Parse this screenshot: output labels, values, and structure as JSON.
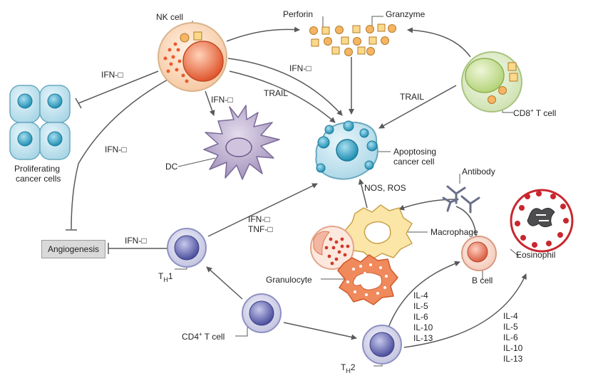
{
  "labels": {
    "nk_cell": "NK cell",
    "perforin": "Perforin",
    "granzyme": "Granzyme",
    "proliferating": "Proliferating",
    "cancer_cells": "cancer cells",
    "dc": "DC",
    "apoptosing": "Apoptosing",
    "cancer_cell": "cancer cell",
    "cd8": "CD8",
    "cd8_sup": "+",
    "cd8_rest": " T cell",
    "angiogenesis": "Angiogenesis",
    "th1_main": "T",
    "th1_sub": "H",
    "th1_num": "1",
    "cd4": "CD4",
    "cd4_sup": "+",
    "cd4_rest": " T cell",
    "th2_main": "T",
    "th2_sub": "H",
    "th2_num": "2",
    "macrophage": "Macrophage",
    "granulocyte": "Granulocyte",
    "b_cell": "B cell",
    "antibody": "Antibody",
    "eosinophil": "Eosinophil",
    "nos_ros": "NOS, ROS",
    "ifn_gamma": "IFN-□",
    "tnf_alpha": "TNF-□",
    "trail": "TRAIL",
    "il_list": [
      "IL-4",
      "IL-5",
      "IL-6",
      "IL-10",
      "IL-13"
    ]
  },
  "colors": {
    "arrow": "#58595b",
    "nk_fill": "#fbe0c8",
    "nk_nucleus": "#f08a5d",
    "cancer_fill": "#bfe3ef",
    "cancer_nucleus": "#3fa7c6",
    "dc_fill": "#b7a9c9",
    "cd8_fill": "#ddebc6",
    "tcell_fill": "#dcdcee",
    "tcell_nucleus": "#6b6fb3",
    "granule": "#f5b562",
    "eosin_fill": "#c8272e"
  }
}
